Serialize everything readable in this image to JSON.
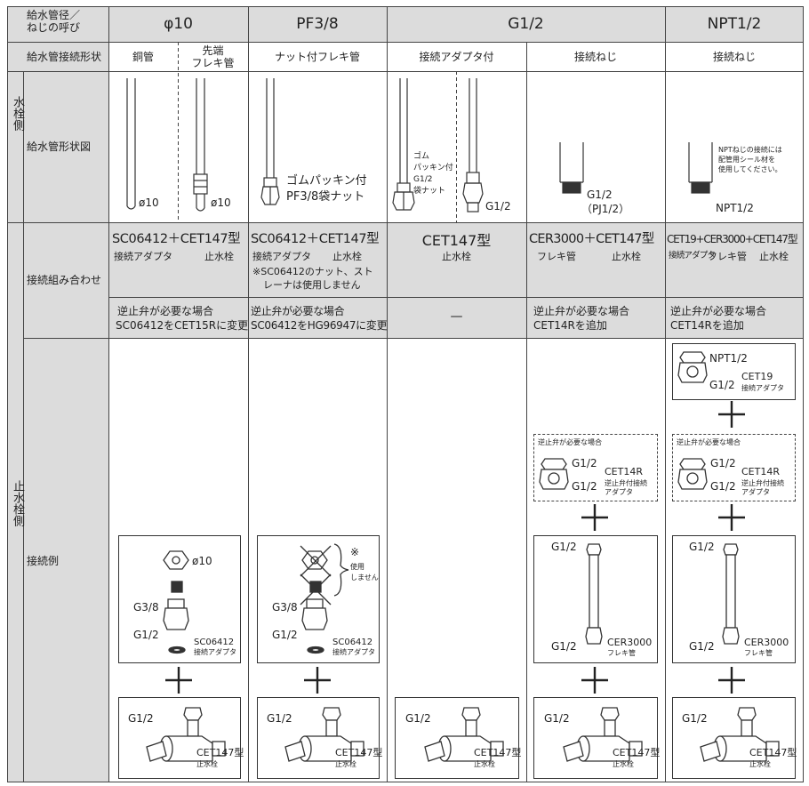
{
  "header": {
    "row1_label": "給水管径／\nねじの呼び",
    "row2_label": "給水管接続形状",
    "col_phi10": "φ10",
    "col_pf38": "PF3/8",
    "col_g12": "G1/2",
    "col_npt12": "NPT1/2",
    "shapes": [
      "銅管",
      "先端\nフレキ管",
      "ナット付フレキ管",
      "接続アダプタ付",
      "接続ねじ",
      "接続ねじ"
    ]
  },
  "side": {
    "faucet_side": "水栓側",
    "valve_side": "止水栓側"
  },
  "rows": {
    "shape_diagram": "給水管形状図",
    "combination": "接続組み合わせ",
    "example": "接続例"
  },
  "diagram_labels": {
    "phi10_a": "ø10",
    "phi10_b": "ø10",
    "pf_line1": "ゴムパッキン付",
    "pf_line2": "PF3/8袋ナット",
    "g12_note": [
      "ゴム",
      "パッキン付",
      "G1/2",
      "袋ナット"
    ],
    "g12_label": "G1/2",
    "screw_g12": "G1/2",
    "screw_pj": "（PJ1/2）",
    "npt_note": [
      "NPTねじの接続には",
      "配管用シール材を",
      "使用してください。"
    ],
    "npt_label": "NPT1/2"
  },
  "combination": {
    "c1_main": "SC06412＋CET147型",
    "c1_sub_a": "接続アダプタ",
    "c1_sub_b": "止水栓",
    "c2_main": "SC06412＋CET147型",
    "c2_sub_a": "接続アダプタ",
    "c2_sub_b": "止水栓",
    "c2_note": [
      "※SC06412のナット、スト",
      "レーナは使用しません"
    ],
    "c3_main": "CET147型",
    "c3_sub": "止水栓",
    "c4_main": "CER3000＋CET147型",
    "c4_sub_a": "フレキ管",
    "c4_sub_b": "止水栓",
    "c5_main": "CET19+CER3000+CET147型",
    "c5_sub_a": "接続アダプタ",
    "c5_sub_b": "フレキ管",
    "c5_sub_c": "止水栓"
  },
  "check_valve": {
    "c1": [
      "逆止弁が必要な場合",
      "SC06412をCET15Rに変更"
    ],
    "c2": [
      "逆止弁が必要な場合",
      "SC06412をHG96947に変更"
    ],
    "c3": "—",
    "c4": [
      "逆止弁が必要な場合",
      "CET14Rを追加"
    ],
    "c5": [
      "逆止弁が必要な場合",
      "CET14Rを追加"
    ]
  },
  "example": {
    "plus": "＋",
    "adapter_phi10": "ø10",
    "adapter_g38": "G3/8",
    "adapter_g12": "G1/2",
    "adapter_model": "SC06412",
    "adapter_model_sub": "接続アダプタ",
    "unused_mark": "※",
    "unused_text": [
      "使用",
      "しません"
    ],
    "valve_g12": "G1/2",
    "valve_model": "CET147型",
    "valve_sub": "止水栓",
    "check_title": "逆止弁が必要な場合",
    "check_g12a": "G1/2",
    "check_g12b": "G1/2",
    "check_model": "CET14R",
    "check_sub": [
      "逆止弁付接続",
      "アダプタ"
    ],
    "flex_g12_top": "G1/2",
    "flex_g12_bottom": "G1/2",
    "flex_model": "CER3000",
    "flex_sub": "フレキ管",
    "npt_label": "NPT1/2",
    "npt_g12": "G1/2",
    "npt_model": "CET19",
    "npt_sub": "接続アダプタ"
  }
}
